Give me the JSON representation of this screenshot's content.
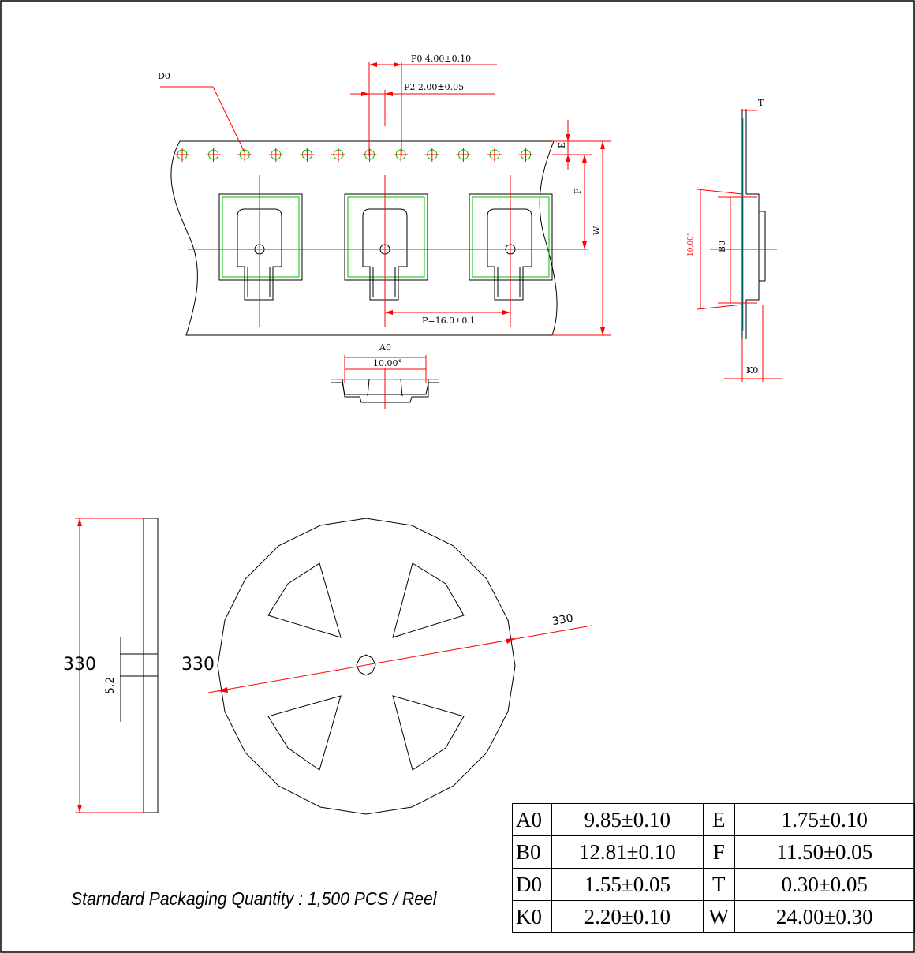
{
  "drawing": {
    "dim_d0": "D0",
    "dim_p0": "P0 4.00±0.10",
    "dim_p2": "P2 2.00±0.05",
    "dim_e": "E",
    "dim_f": "F",
    "dim_w": "W",
    "dim_p": "P=16.0±0.1",
    "dim_a0": "A0",
    "angle_a": "10.00°",
    "dim_t": "T",
    "dim_b0": "B0",
    "angle_b": "10.00°",
    "dim_k0": "K0",
    "reel_height": "330",
    "reel_hub": "5.2",
    "reel_diameter_left": "330",
    "reel_diameter": "330"
  },
  "spec_table": {
    "rows": [
      {
        "k1": "A0",
        "v1": "9.85±0.10",
        "k2": "E",
        "v2": "1.75±0.10"
      },
      {
        "k1": "B0",
        "v1": "12.81±0.10",
        "k2": "F",
        "v2": "11.50±0.05"
      },
      {
        "k1": "D0",
        "v1": "1.55±0.05",
        "k2": "T",
        "v2": "0.30±0.05"
      },
      {
        "k1": "K0",
        "v1": "2.20±0.10",
        "k2": "W",
        "v2": "24.00±0.30"
      }
    ]
  },
  "packaging_note": "Starndard Packaging Quantity : 1,500 PCS / Reel",
  "colors": {
    "line": "#000000",
    "dimension": "#ff0000",
    "pocket": "#00c000",
    "section": "#00c8c8"
  }
}
